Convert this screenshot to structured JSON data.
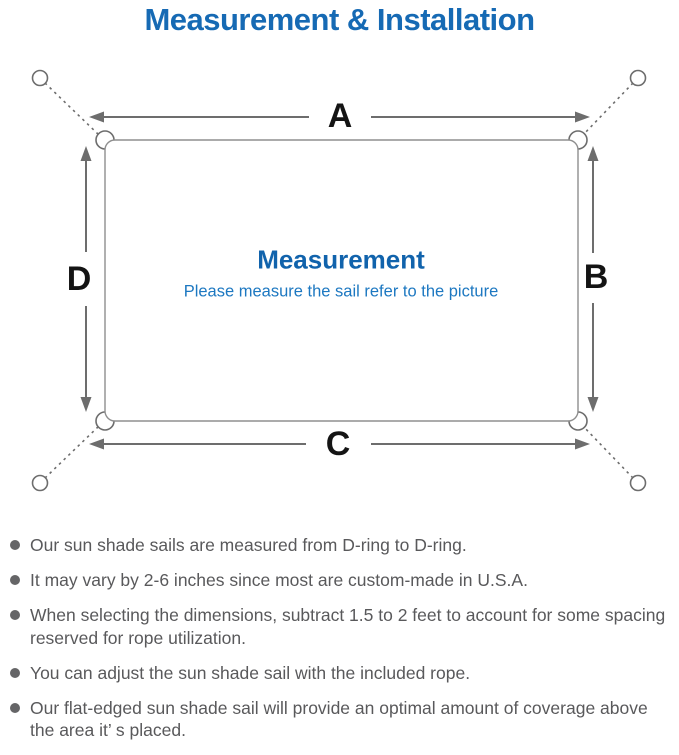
{
  "title": "Measurement & Installation",
  "diagram": {
    "labels": {
      "top": "A",
      "right": "B",
      "bottom": "C",
      "left": "D"
    },
    "center_title": "Measurement",
    "center_subtitle": "Please measure the sail refer to the picture"
  },
  "notes": [
    {
      "text": "Our sun shade sails are measured from D-ring to D-ring."
    },
    {
      "text": "It may vary by 2-6 inches since most are custom-made in U.S.A."
    },
    {
      "text": "When selecting the dimensions, subtract 1.5 to 2 feet to account for some spacing\nreserved for rope utilization."
    },
    {
      "text": "You can adjust the sun shade sail with the included rope."
    },
    {
      "text": "Our flat-edged sun shade sail will provide an optimal amount of coverage above\nthe area it’ s placed."
    }
  ],
  "colors": {
    "title_blue": "#166ab4",
    "center_title_blue": "#1163ac",
    "subtitle_blue": "#1d78c1",
    "line_gray": "#6d6d6d",
    "sail_outline_gray": "#8f8f8f",
    "note_text_gray": "#59595b"
  }
}
